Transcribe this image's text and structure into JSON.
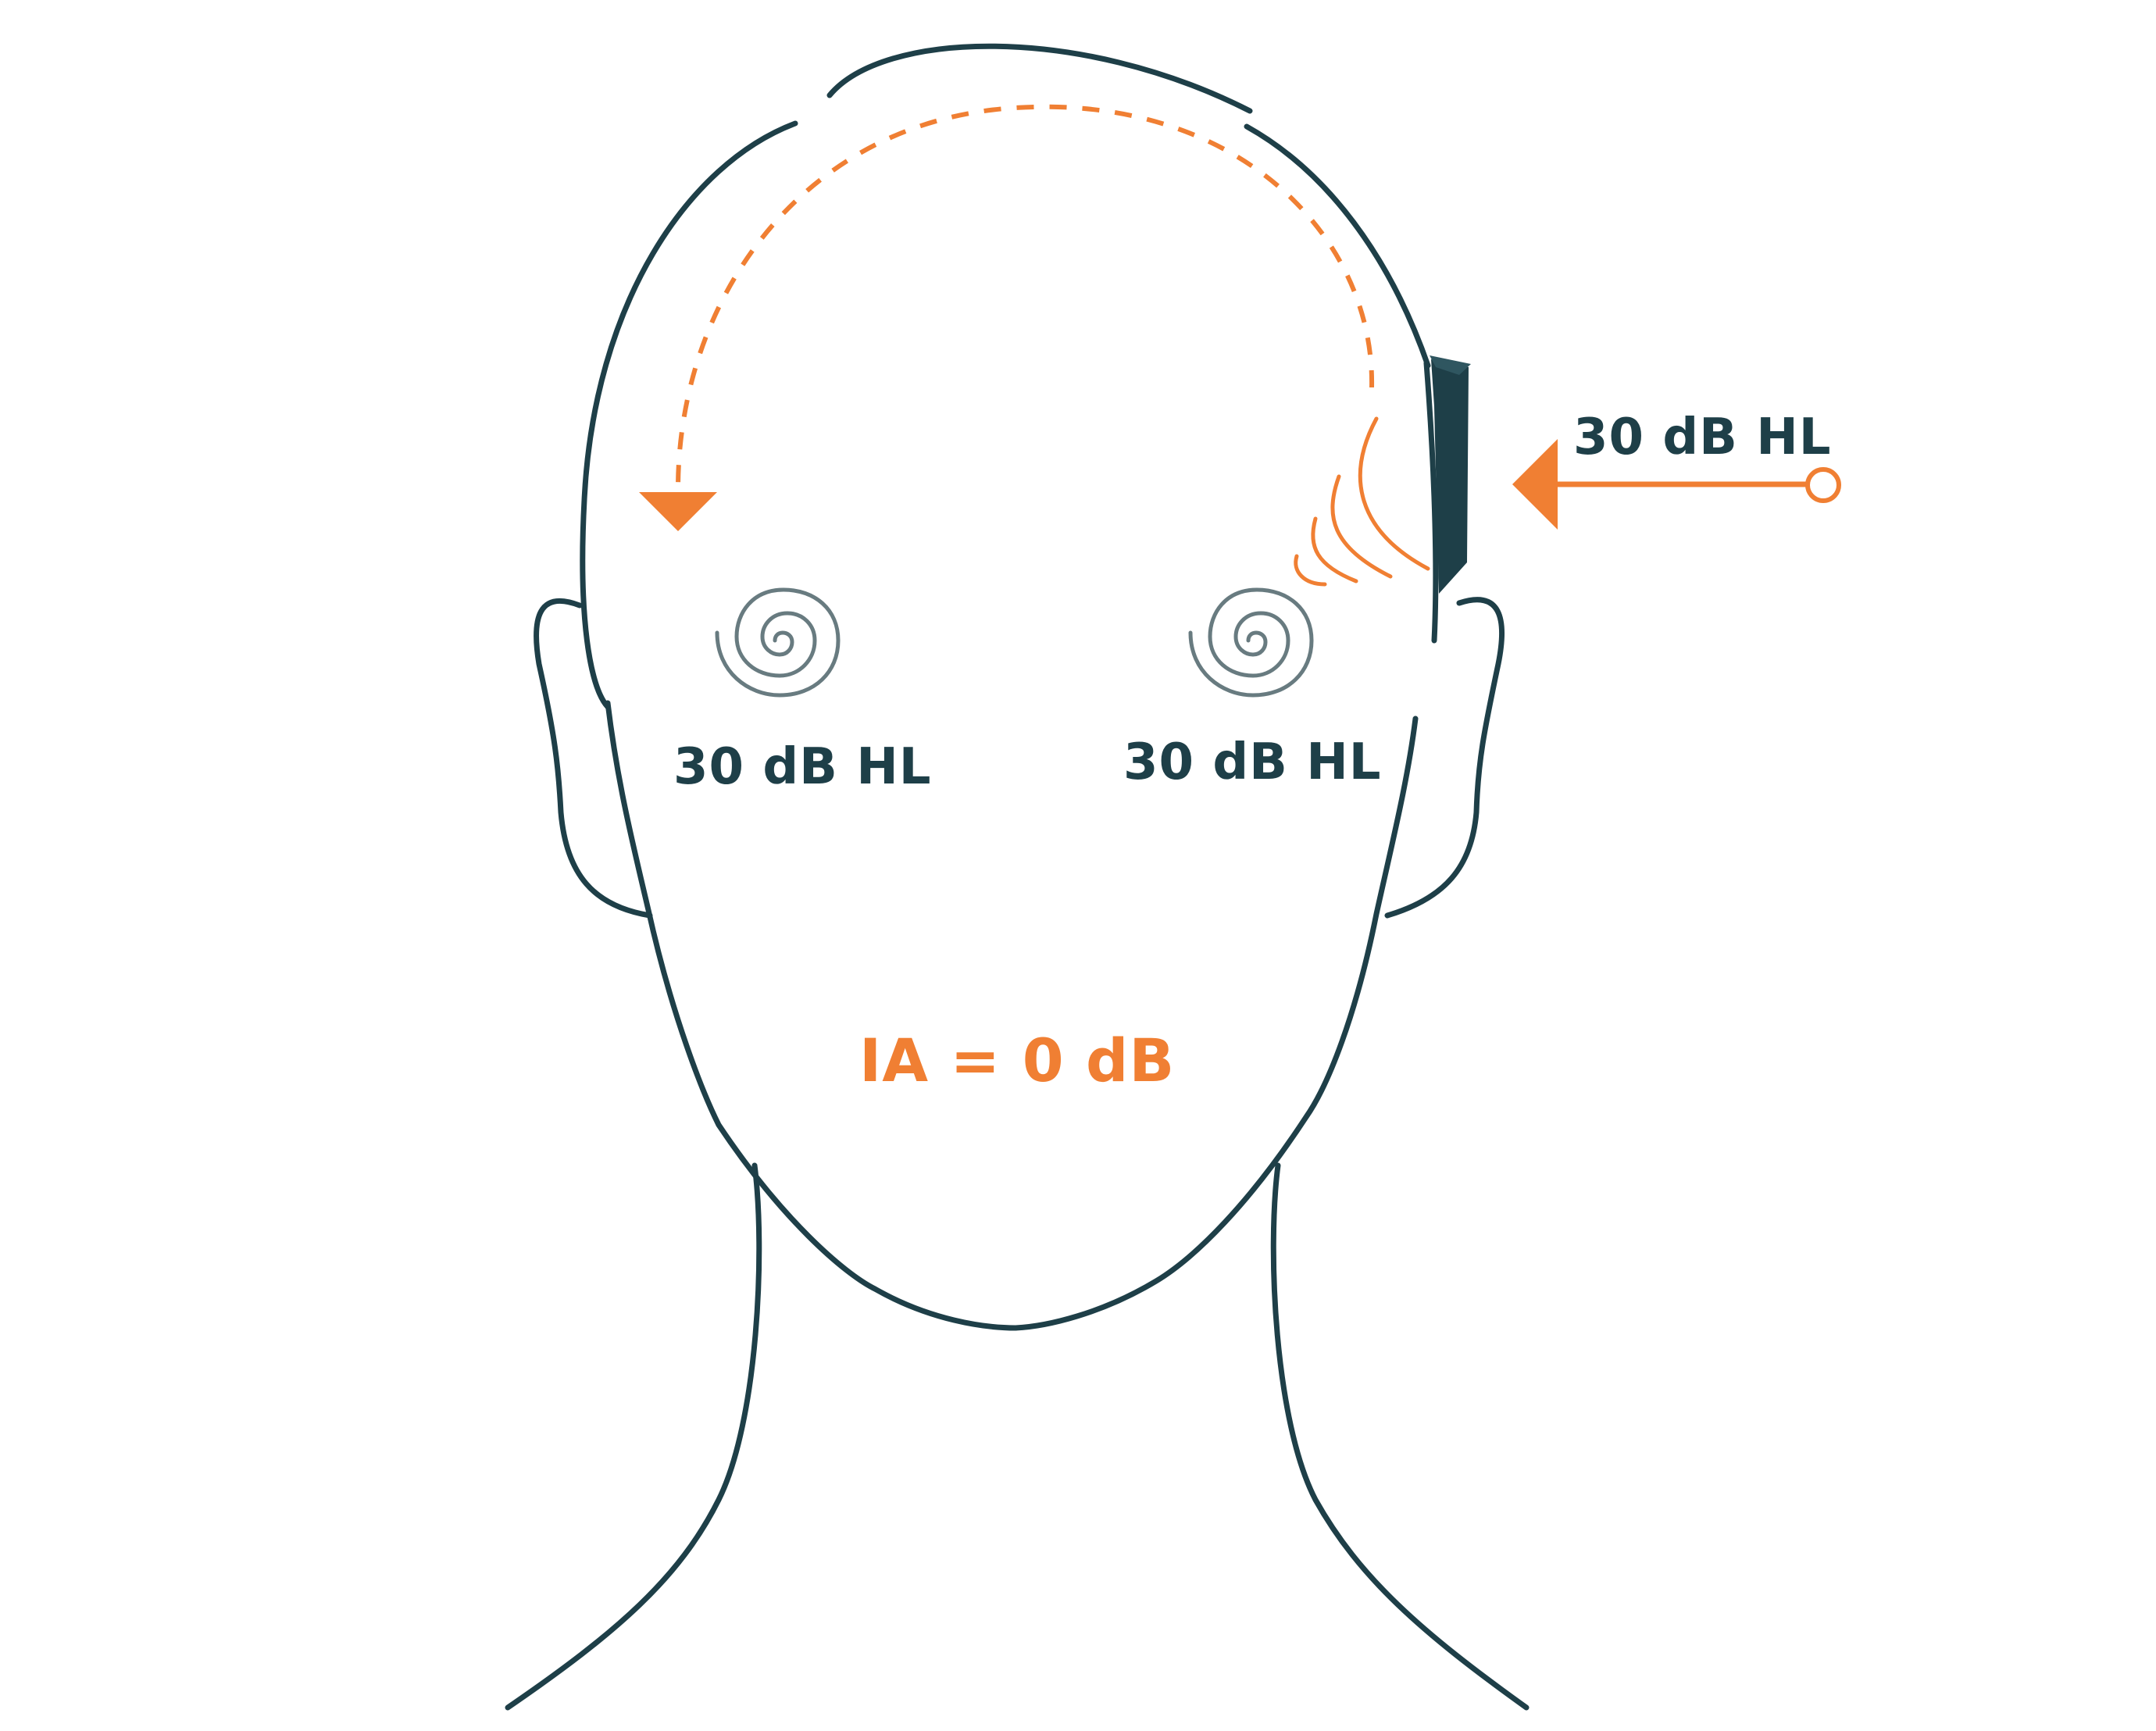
{
  "labels": {
    "stimulus_level": "30 dB HL",
    "left_cochlea_level": "30 dB HL",
    "right_cochlea_level": "30 dB HL",
    "interaural_attenuation": "IA = 0 dB"
  },
  "colors": {
    "outline": "#1e3f48",
    "accent": "#f07f33",
    "cochlea": "#687b80",
    "background": "#ffffff"
  },
  "icons": {
    "left_cochlea": "spiral-icon",
    "right_cochlea": "spiral-icon",
    "transducer": "bone-conductor-icon"
  }
}
